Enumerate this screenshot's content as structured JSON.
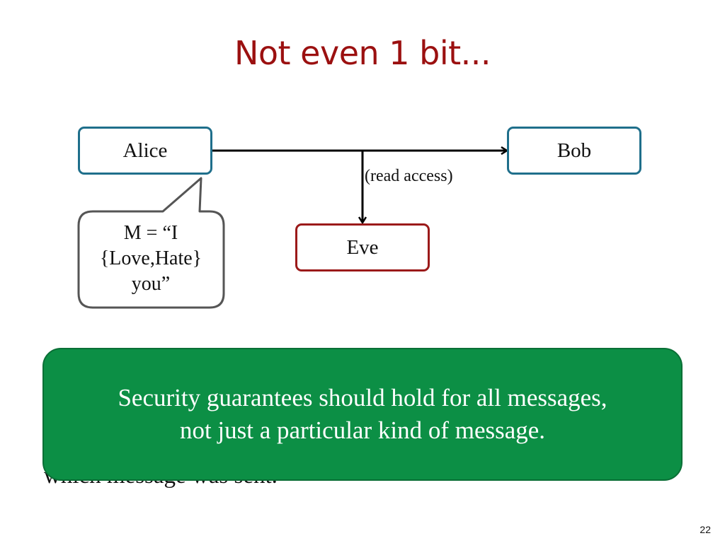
{
  "slide": {
    "title": "Not even 1 bit...",
    "page_number": "22"
  },
  "diagram": {
    "nodes": {
      "alice": "Alice",
      "bob": "Bob",
      "eve": "Eve"
    },
    "edge_label": "(read access)",
    "callout": {
      "line1": "M = “I",
      "line2": "{Love,Hate}",
      "line3": "you”"
    }
  },
  "partially_hidden_text": "which message was sent.",
  "highlight_box": {
    "line1": "Security guarantees should hold for all messages,",
    "line2": "not just a particular kind of message."
  },
  "colors": {
    "title": "#9b1010",
    "node_border_blue": "#1f6f8b",
    "node_border_red": "#9b1a1a",
    "callout_border": "#555555",
    "highlight_fill": "#0c8f45",
    "highlight_text": "#ffffff"
  }
}
